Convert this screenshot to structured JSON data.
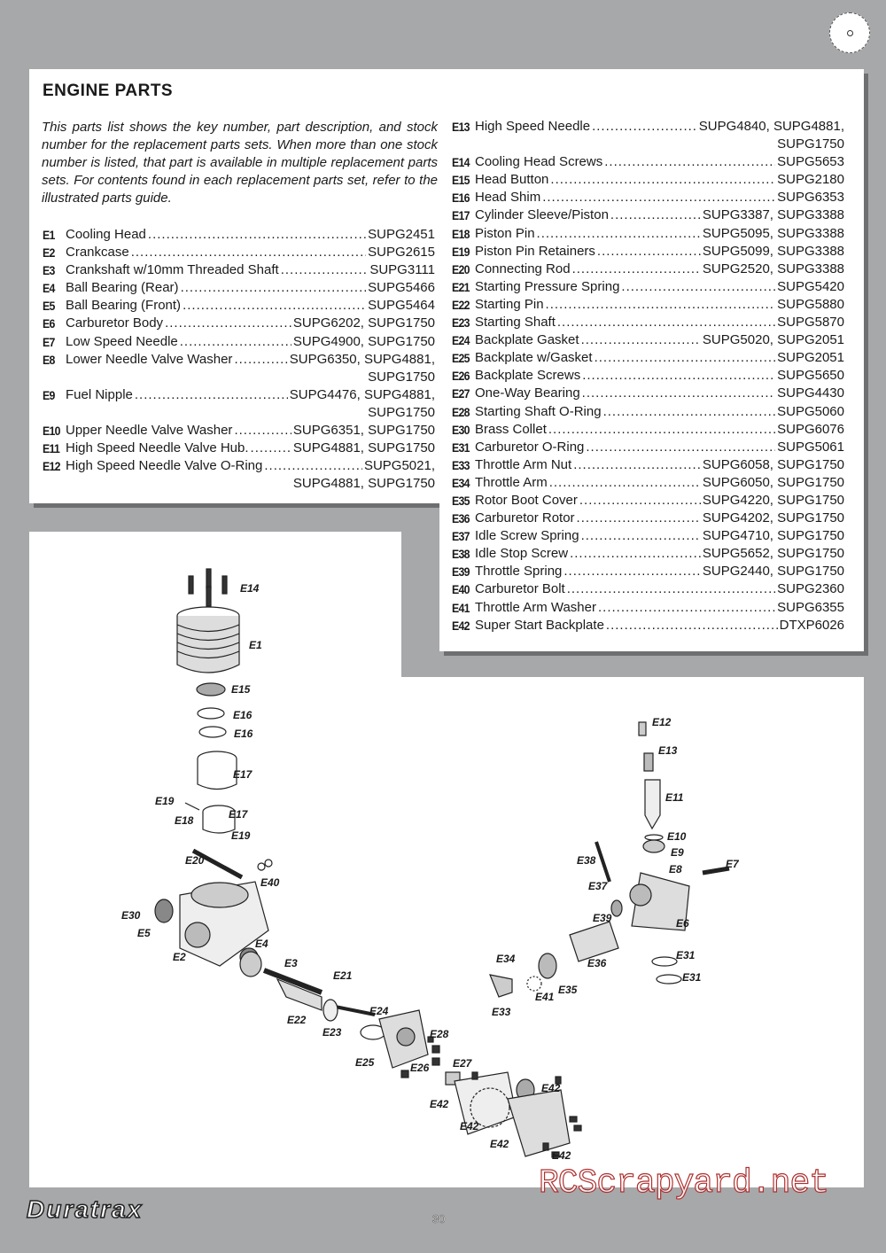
{
  "title": "ENGINE PARTS",
  "intro": "This parts list shows the key number, part description, and stock number for the replacement parts sets. When more than one stock number is listed, that part is available in multiple replacement parts sets. For contents found in each replacement parts set, refer to the illustrated parts guide.",
  "parts_left": [
    {
      "key": "E1",
      "desc": "Cooling Head",
      "num": "SUPG2451"
    },
    {
      "key": "E2",
      "desc": "Crankcase",
      "num": "SUPG2615"
    },
    {
      "key": "E3",
      "desc": "Crankshaft w/10mm Threaded Shaft",
      "num": "SUPG3111"
    },
    {
      "key": "E4",
      "desc": "Ball Bearing (Rear)",
      "num": "SUPG5466"
    },
    {
      "key": "E5",
      "desc": "Ball Bearing (Front)",
      "num": "SUPG5464"
    },
    {
      "key": "E6",
      "desc": "Carburetor Body",
      "num": "SUPG6202, SUPG1750"
    },
    {
      "key": "E7",
      "desc": "Low Speed Needle",
      "num": "SUPG4900, SUPG1750"
    },
    {
      "key": "E8",
      "desc": "Lower Needle Valve Washer",
      "num": "SUPG6350, SUPG4881,",
      "num2": "SUPG1750"
    },
    {
      "key": "E9",
      "desc": "Fuel Nipple",
      "num": "SUPG4476, SUPG4881,",
      "num2": "SUPG1750"
    },
    {
      "key": "E10",
      "desc": "Upper Needle Valve Washer",
      "num": "SUPG6351, SUPG1750"
    },
    {
      "key": "E11",
      "desc": "High Speed Needle Valve Hub.",
      "num": "SUPG4881, SUPG1750"
    },
    {
      "key": "E12",
      "desc": "High Speed Needle Valve O-Ring",
      "num": "SUPG5021,",
      "num2": "SUPG4881, SUPG1750"
    }
  ],
  "parts_right": [
    {
      "key": "E13",
      "desc": "High Speed Needle",
      "num": "SUPG4840, SUPG4881,",
      "num2": "SUPG1750"
    },
    {
      "key": "E14",
      "desc": "Cooling Head Screws",
      "num": "SUPG5653"
    },
    {
      "key": "E15",
      "desc": "Head Button",
      "num": "SUPG2180"
    },
    {
      "key": "E16",
      "desc": "Head Shim",
      "num": "SUPG6353"
    },
    {
      "key": "E17",
      "desc": "Cylinder Sleeve/Piston",
      "num": "SUPG3387, SUPG3388"
    },
    {
      "key": "E18",
      "desc": "Piston Pin",
      "num": "SUPG5095, SUPG3388"
    },
    {
      "key": "E19",
      "desc": "Piston Pin Retainers",
      "num": "SUPG5099, SUPG3388"
    },
    {
      "key": "E20",
      "desc": "Connecting Rod",
      "num": "SUPG2520, SUPG3388"
    },
    {
      "key": "E21",
      "desc": "Starting Pressure Spring",
      "num": "SUPG5420"
    },
    {
      "key": "E22",
      "desc": "Starting Pin",
      "num": "SUPG5880"
    },
    {
      "key": "E23",
      "desc": "Starting Shaft",
      "num": "SUPG5870"
    },
    {
      "key": "E24",
      "desc": "Backplate Gasket",
      "num": "SUPG5020, SUPG2051"
    },
    {
      "key": "E25",
      "desc": "Backplate w/Gasket",
      "num": "SUPG2051"
    },
    {
      "key": "E26",
      "desc": "Backplate Screws",
      "num": "SUPG5650"
    },
    {
      "key": "E27",
      "desc": "One-Way Bearing",
      "num": "SUPG4430"
    },
    {
      "key": "E28",
      "desc": "Starting Shaft O-Ring",
      "num": "SUPG5060"
    },
    {
      "key": "E30",
      "desc": "Brass Collet",
      "num": "SUPG6076"
    },
    {
      "key": "E31",
      "desc": "Carburetor O-Ring",
      "num": "SUPG5061"
    },
    {
      "key": "E33",
      "desc": "Throttle Arm Nut",
      "num": "SUPG6058, SUPG1750"
    },
    {
      "key": "E34",
      "desc": "Throttle Arm",
      "num": "SUPG6050, SUPG1750"
    },
    {
      "key": "E35",
      "desc": "Rotor Boot Cover",
      "num": "SUPG4220, SUPG1750"
    },
    {
      "key": "E36",
      "desc": "Carburetor Rotor",
      "num": "SUPG4202, SUPG1750"
    },
    {
      "key": "E37",
      "desc": "Idle Screw Spring",
      "num": "SUPG4710, SUPG1750"
    },
    {
      "key": "E38",
      "desc": "Idle Stop Screw",
      "num": "SUPG5652, SUPG1750"
    },
    {
      "key": "E39",
      "desc": "Throttle Spring",
      "num": "SUPG2440, SUPG1750"
    },
    {
      "key": "E40",
      "desc": "Carburetor Bolt",
      "num": "SUPG2360"
    },
    {
      "key": "E41",
      "desc": "Throttle Arm Washer",
      "num": "SUPG6355"
    },
    {
      "key": "E42",
      "desc": "Super Start Backplate",
      "num": "DTXP6026"
    }
  ],
  "diagram_labels": [
    "E14",
    "E1",
    "E15",
    "E16",
    "E16",
    "E17",
    "E19",
    "E18",
    "E17",
    "E19",
    "E20",
    "E40",
    "E30",
    "E5",
    "E2",
    "E4",
    "E3",
    "E21",
    "E22",
    "E23",
    "E24",
    "E28",
    "E25",
    "E26",
    "E27",
    "E42",
    "E42",
    "E42",
    "E42",
    "E42",
    "E12",
    "E13",
    "E11",
    "E10",
    "E9",
    "E8",
    "E7",
    "E38",
    "E37",
    "E39",
    "E6",
    "E36",
    "E34",
    "E35",
    "E41",
    "E33",
    "E31",
    "E31"
  ],
  "logo": "Duratrax",
  "page_number": "30",
  "watermark": "RCScrapyard.net"
}
